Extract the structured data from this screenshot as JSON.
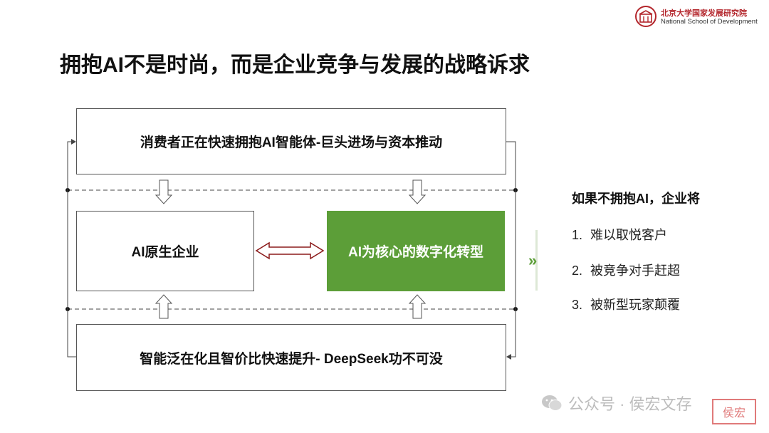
{
  "logo": {
    "name_cn": "北京大学国家发展研究院",
    "name_en": "National School of Development"
  },
  "title": "拥抱AI不是时尚，而是企业竞争与发展的战略诉求",
  "diagram": {
    "top_box": "消费者正在快速拥抱AI智能体-巨头进场与资本推动",
    "left_box": "AI原生企业",
    "right_box": "AI为核心的数字化转型",
    "bottom_box": "智能泛在化且智价比快速提升- DeepSeek功不可没"
  },
  "consequences": {
    "title": "如果不拥抱AI，企业将",
    "items": [
      {
        "num": "1.",
        "text": "难以取悦客户"
      },
      {
        "num": "2.",
        "text": "被竞争对手赶超"
      },
      {
        "num": "3.",
        "text": "被新型玩家颠覆"
      }
    ]
  },
  "watermark": {
    "text": "公众号 · 侯宏文存",
    "stamp": "侯宏"
  },
  "colors": {
    "accent_green": "#5c9e38",
    "brand_red": "#b3262c",
    "arrow_red": "#8b1a1a"
  }
}
